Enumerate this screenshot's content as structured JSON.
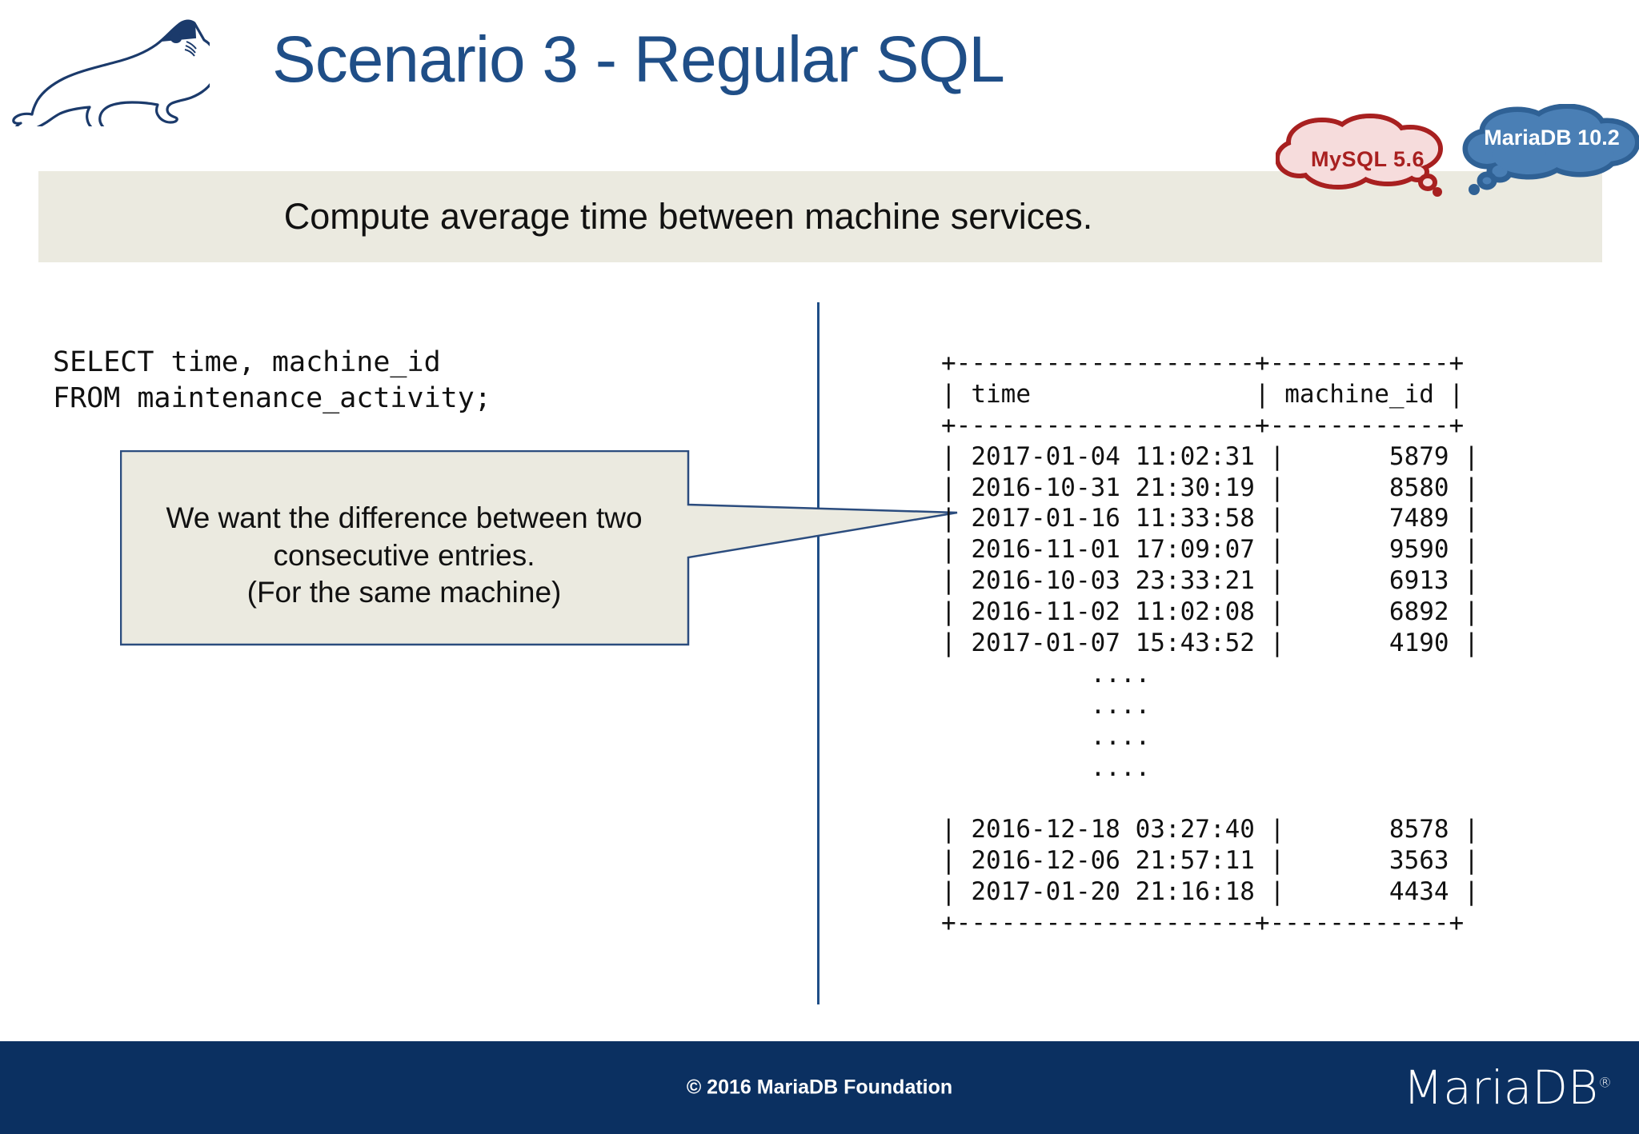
{
  "slide": {
    "title": "Scenario 3 - Regular SQL",
    "subtitle": "Compute average time between machine services.",
    "logo_alt": "mariadb-seal-logo"
  },
  "bubbles": [
    {
      "name": "mysql",
      "label": "MySQL 5.6",
      "fill": "#F6DCDC",
      "stroke": "#A82020",
      "text_color": "#A82020"
    },
    {
      "name": "mariadb",
      "label": "MariaDB\n10.2",
      "fill": "#4A7FB5",
      "stroke": "#2F6195",
      "text_color": "#FFFFFF"
    }
  ],
  "code": {
    "sql": "SELECT time, machine_id\nFROM maintenance_activity;"
  },
  "callout": {
    "text": "We want the difference between two\nconsecutive entries.\n(For the same machine)",
    "fill": "#EBEAE0",
    "stroke": "#2B4C7E"
  },
  "result_table": {
    "columns": [
      "time",
      "machine_id"
    ],
    "border_top": "+--------------------+------------+",
    "header_row": "| time               | machine_id |",
    "border_mid": "+--------------------+------------+",
    "border_bottom": "+--------------------+------------+",
    "rows": [
      "| 2017-01-04 11:02:31 |       5879 |",
      "| 2016-10-31 21:30:19 |       8580 |",
      "| 2017-01-16 11:33:58 |       7489 |",
      "| 2016-11-01 17:09:07 |       9590 |",
      "| 2016-10-03 23:33:21 |       6913 |",
      "| 2016-11-02 11:02:08 |       6892 |",
      "| 2017-01-07 15:43:52 |       4190 |"
    ],
    "ellipsis_rows": [
      "          ....",
      "          ....",
      "          ....",
      "          ...."
    ],
    "tail_rows": [
      "| 2016-12-18 03:27:40 |       8578 |",
      "| 2016-12-06 21:57:11 |       3563 |",
      "| 2017-01-20 21:16:18 |       4434 |"
    ],
    "data": [
      {
        "time": "2017-01-04 11:02:31",
        "machine_id": 5879
      },
      {
        "time": "2016-10-31 21:30:19",
        "machine_id": 8580
      },
      {
        "time": "2017-01-16 11:33:58",
        "machine_id": 7489
      },
      {
        "time": "2016-11-01 17:09:07",
        "machine_id": 9590
      },
      {
        "time": "2016-10-03 23:33:21",
        "machine_id": 6913
      },
      {
        "time": "2016-11-02 11:02:08",
        "machine_id": 6892
      },
      {
        "time": "2017-01-07 15:43:52",
        "machine_id": 4190
      },
      {
        "time": "2016-12-18 03:27:40",
        "machine_id": 8578
      },
      {
        "time": "2016-12-06 21:57:11",
        "machine_id": 3563
      },
      {
        "time": "2017-01-20 21:16:18",
        "machine_id": 4434
      }
    ]
  },
  "footer": {
    "copyright": "© 2016 MariaDB Foundation",
    "logo_text": "MariaDB",
    "logo_mark": "®",
    "background": "#0B3061"
  },
  "colors": {
    "title_blue": "#1F4E87",
    "banner_beige": "#EBEAE0",
    "divider_blue": "#1F4E87"
  }
}
